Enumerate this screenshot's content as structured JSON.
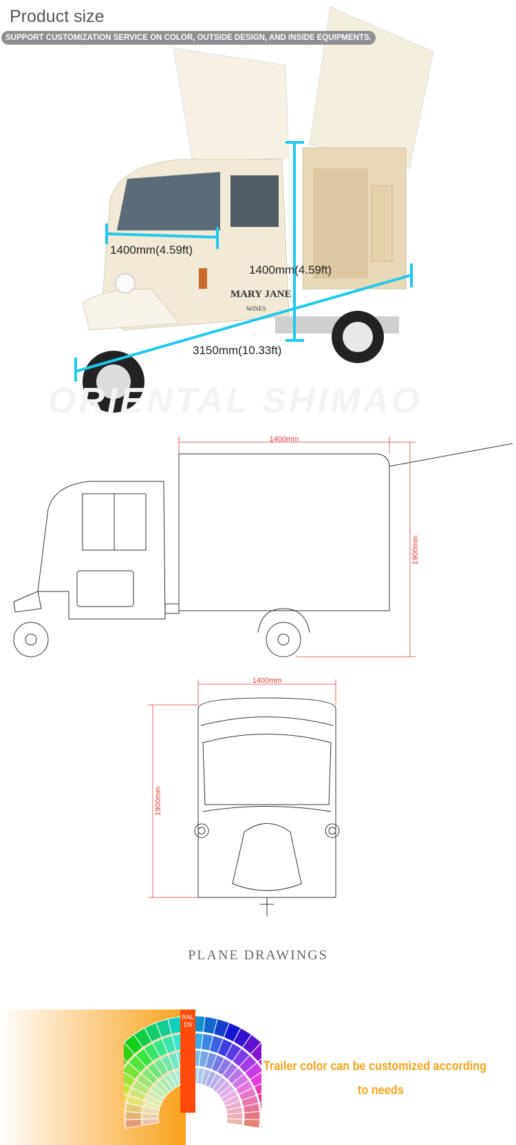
{
  "header": {
    "title": "Product size",
    "banner": "SUPPORT CUSTOMIZATION SERVICE ON COLOR, OUTSIDE DESIGN, AND INSIDE EQUIPMENTS."
  },
  "photo": {
    "dimension_width": "1400mm(4.59ft)",
    "dimension_height": "1400mm(4.59ft)",
    "dimension_length": "3150mm(10.33ft)",
    "decal_text": "MARY JANE",
    "decal_sub": "WINES",
    "watermark": "ORIENTAL SHIMAO",
    "dimension_line_color": "#1ec8ee"
  },
  "side_drawing": {
    "width_label": "1400mm",
    "height_label": "1900mm",
    "dimension_color": "#e53935"
  },
  "front_drawing": {
    "width_label": "1400mm",
    "height_label": "1900mm"
  },
  "section_caption": "PLANE DRAWINGS",
  "color_section": {
    "card_brand": "RAL D9",
    "text_line1": "Trailer color can be customized according",
    "text_line2": "to needs",
    "accent": "#f7a21b"
  }
}
